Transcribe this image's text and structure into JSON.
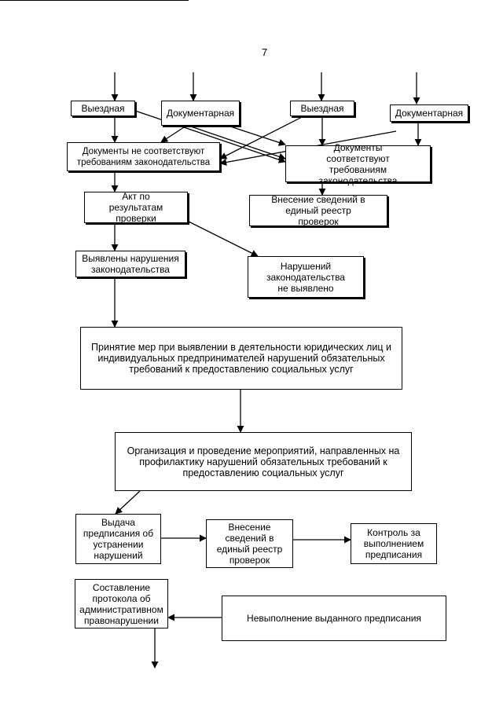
{
  "page_number": "7",
  "nodes": {
    "vyezdnaya_1": "Выездная",
    "dokumentarnaya_1": "Документарная",
    "vyezdnaya_2": "Выездная",
    "dokumentarnaya_2": "Документарная",
    "docs_not_ok": "Документы не соответствуют требованиям законодательства",
    "docs_ok": "Документы соответствуют требованиям законодательства",
    "act": "Акт по результатам проверки",
    "registry_1": "Внесение сведений в единый реестр проверок",
    "violations_found": "Выявлены нарушения законодательства",
    "no_violations": "Нарушений законодательства не выявлено",
    "measures": "Принятие мер при выявлении в деятельности юридических лиц и индивидуальных предпринимателей нарушений обязательных требований к предоставлению социальных услуг",
    "prevention": "Организация и проведение мероприятий, направленных на профилактику нарушений обязательных требований к предоставлению социальных услуг",
    "order": "Выдача предписания об устранении нарушений",
    "registry_2": "Внесение сведений в единый реестр проверок",
    "control": "Контроль за выполнением предписания",
    "protocol": "Составление протокола об административном правонарушении",
    "non_compliance": "Невыполнение выданного предписания"
  }
}
